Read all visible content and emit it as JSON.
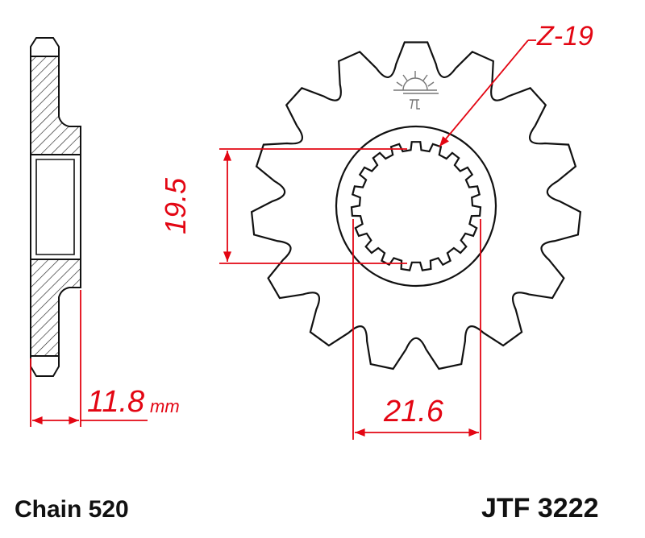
{
  "colors": {
    "dimension": "#e30613",
    "outline": "#111111",
    "logo": "#777777"
  },
  "labels": {
    "tooth_count": "Z-19",
    "bore_height": "19.5",
    "bore_width": "21.6",
    "thickness": "11.8",
    "thickness_unit": "mm",
    "chain": "Chain 520",
    "part_number": "JTF 3222"
  },
  "sprocket": {
    "teeth": 15,
    "splines": 19
  },
  "icons": {
    "logo": "jt-sun-logo"
  }
}
